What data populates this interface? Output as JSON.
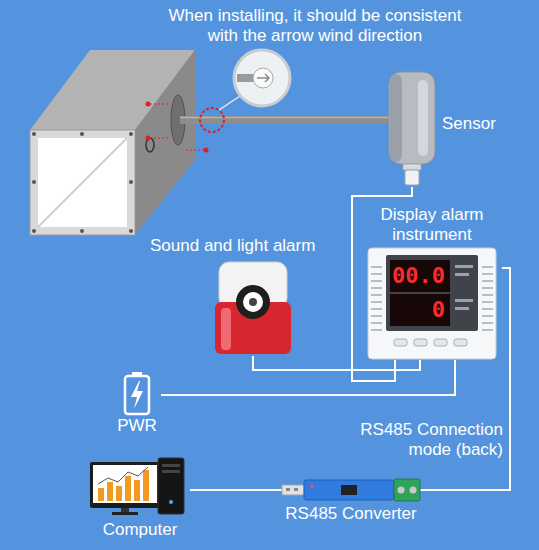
{
  "diagram": {
    "nodes": [
      {
        "text": [
          "Sensor"
        ]
      },
      {
        "text": [
          "Display alarm instrument",
          "00.0",
          "0"
        ]
      },
      {
        "text": [
          "Sound and light alarm"
        ]
      },
      {
        "text": [
          "PWR"
        ]
      },
      {
        "text": [
          "Computer"
        ]
      },
      {
        "text": [
          "RS485 Converter"
        ]
      }
    ],
    "edges": [
      {
        "from": 0,
        "to": 1,
        "arrow": "none"
      },
      {
        "from": 2,
        "to": 1,
        "arrow": "none"
      },
      {
        "from": 3,
        "to": 1,
        "arrow": "none"
      },
      {
        "from": 1,
        "to": 5,
        "arrow": "none",
        "label": "RS485 Connection mode (back)"
      },
      {
        "from": 5,
        "to": 4,
        "arrow": "none"
      }
    ],
    "labels": [
      "When installing, it should be consistent with the arrow wind direction"
    ]
  }
}
